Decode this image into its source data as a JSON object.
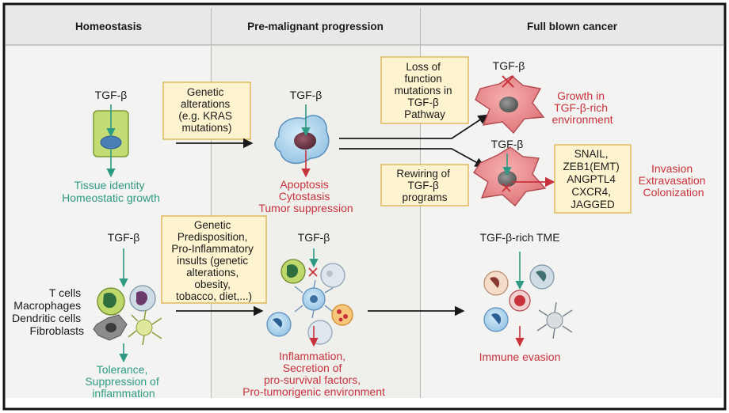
{
  "columns": {
    "homeostasis": "Homeostasis",
    "premalignant": "Pre-malignant progression",
    "cancer": "Full blown cancer"
  },
  "labels": {
    "tgf_epi_home": "TGF-β",
    "tgf_epi_pre": "TGF-β",
    "tgf_cancer_a": "TGF-β",
    "tgf_cancer_b": "TGF-β",
    "tgf_immune_home": "TGF-β",
    "tgf_immune_pre": "TGF-β",
    "tgf_rich_tme": "TGF-β-rich TME",
    "immune_cell_types": [
      "T cells",
      "Macrophages",
      "Dendritic cells",
      "Fibroblasts"
    ]
  },
  "boxes": {
    "genetic_alterations": [
      "Genetic",
      "alterations",
      "(e.g. KRAS",
      "mutations)"
    ],
    "loss_of_function": [
      "Loss of",
      "function",
      "mutations in",
      "TGF-β",
      "Pathway"
    ],
    "rewiring": [
      "Rewiring of",
      "TGF-β",
      "programs"
    ],
    "targets": [
      "SNAIL,",
      "ZEB1(EMT)",
      "ANGPTL4",
      "CXCR4,",
      "JAGGED"
    ],
    "predisposition": [
      "Genetic",
      "Predisposition,",
      "Pro-Inflammatory",
      "insults (genetic",
      "alterations,",
      "obesity,",
      "tobacco, diet,...)"
    ]
  },
  "outcomes": {
    "tissue_identity": [
      "Tissue identity",
      "Homeostatic growth"
    ],
    "tumor_suppression": [
      "Apoptosis",
      "Cytostasis",
      "Tumor suppression"
    ],
    "growth_rich": [
      "Growth in",
      "TGF-β-rich",
      "environment"
    ],
    "invasion": [
      "Invasion",
      "Extravasation",
      "Colonization"
    ],
    "tolerance": [
      "Tolerance,",
      "Suppression of",
      "inflammation"
    ],
    "inflammation": [
      "Inflammation,",
      "Secretion of",
      "pro-survival factors,",
      "Pro-tumorigenic environment"
    ],
    "immune_evasion": "Immune evasion"
  },
  "colors": {
    "teal": "#2e9a83",
    "red": "#c8323c",
    "box_fill": "#fdf3cf",
    "box_border": "#d9b24a",
    "header_fill": "#e8e8e8",
    "panel_fill": "#f3f3f1"
  }
}
